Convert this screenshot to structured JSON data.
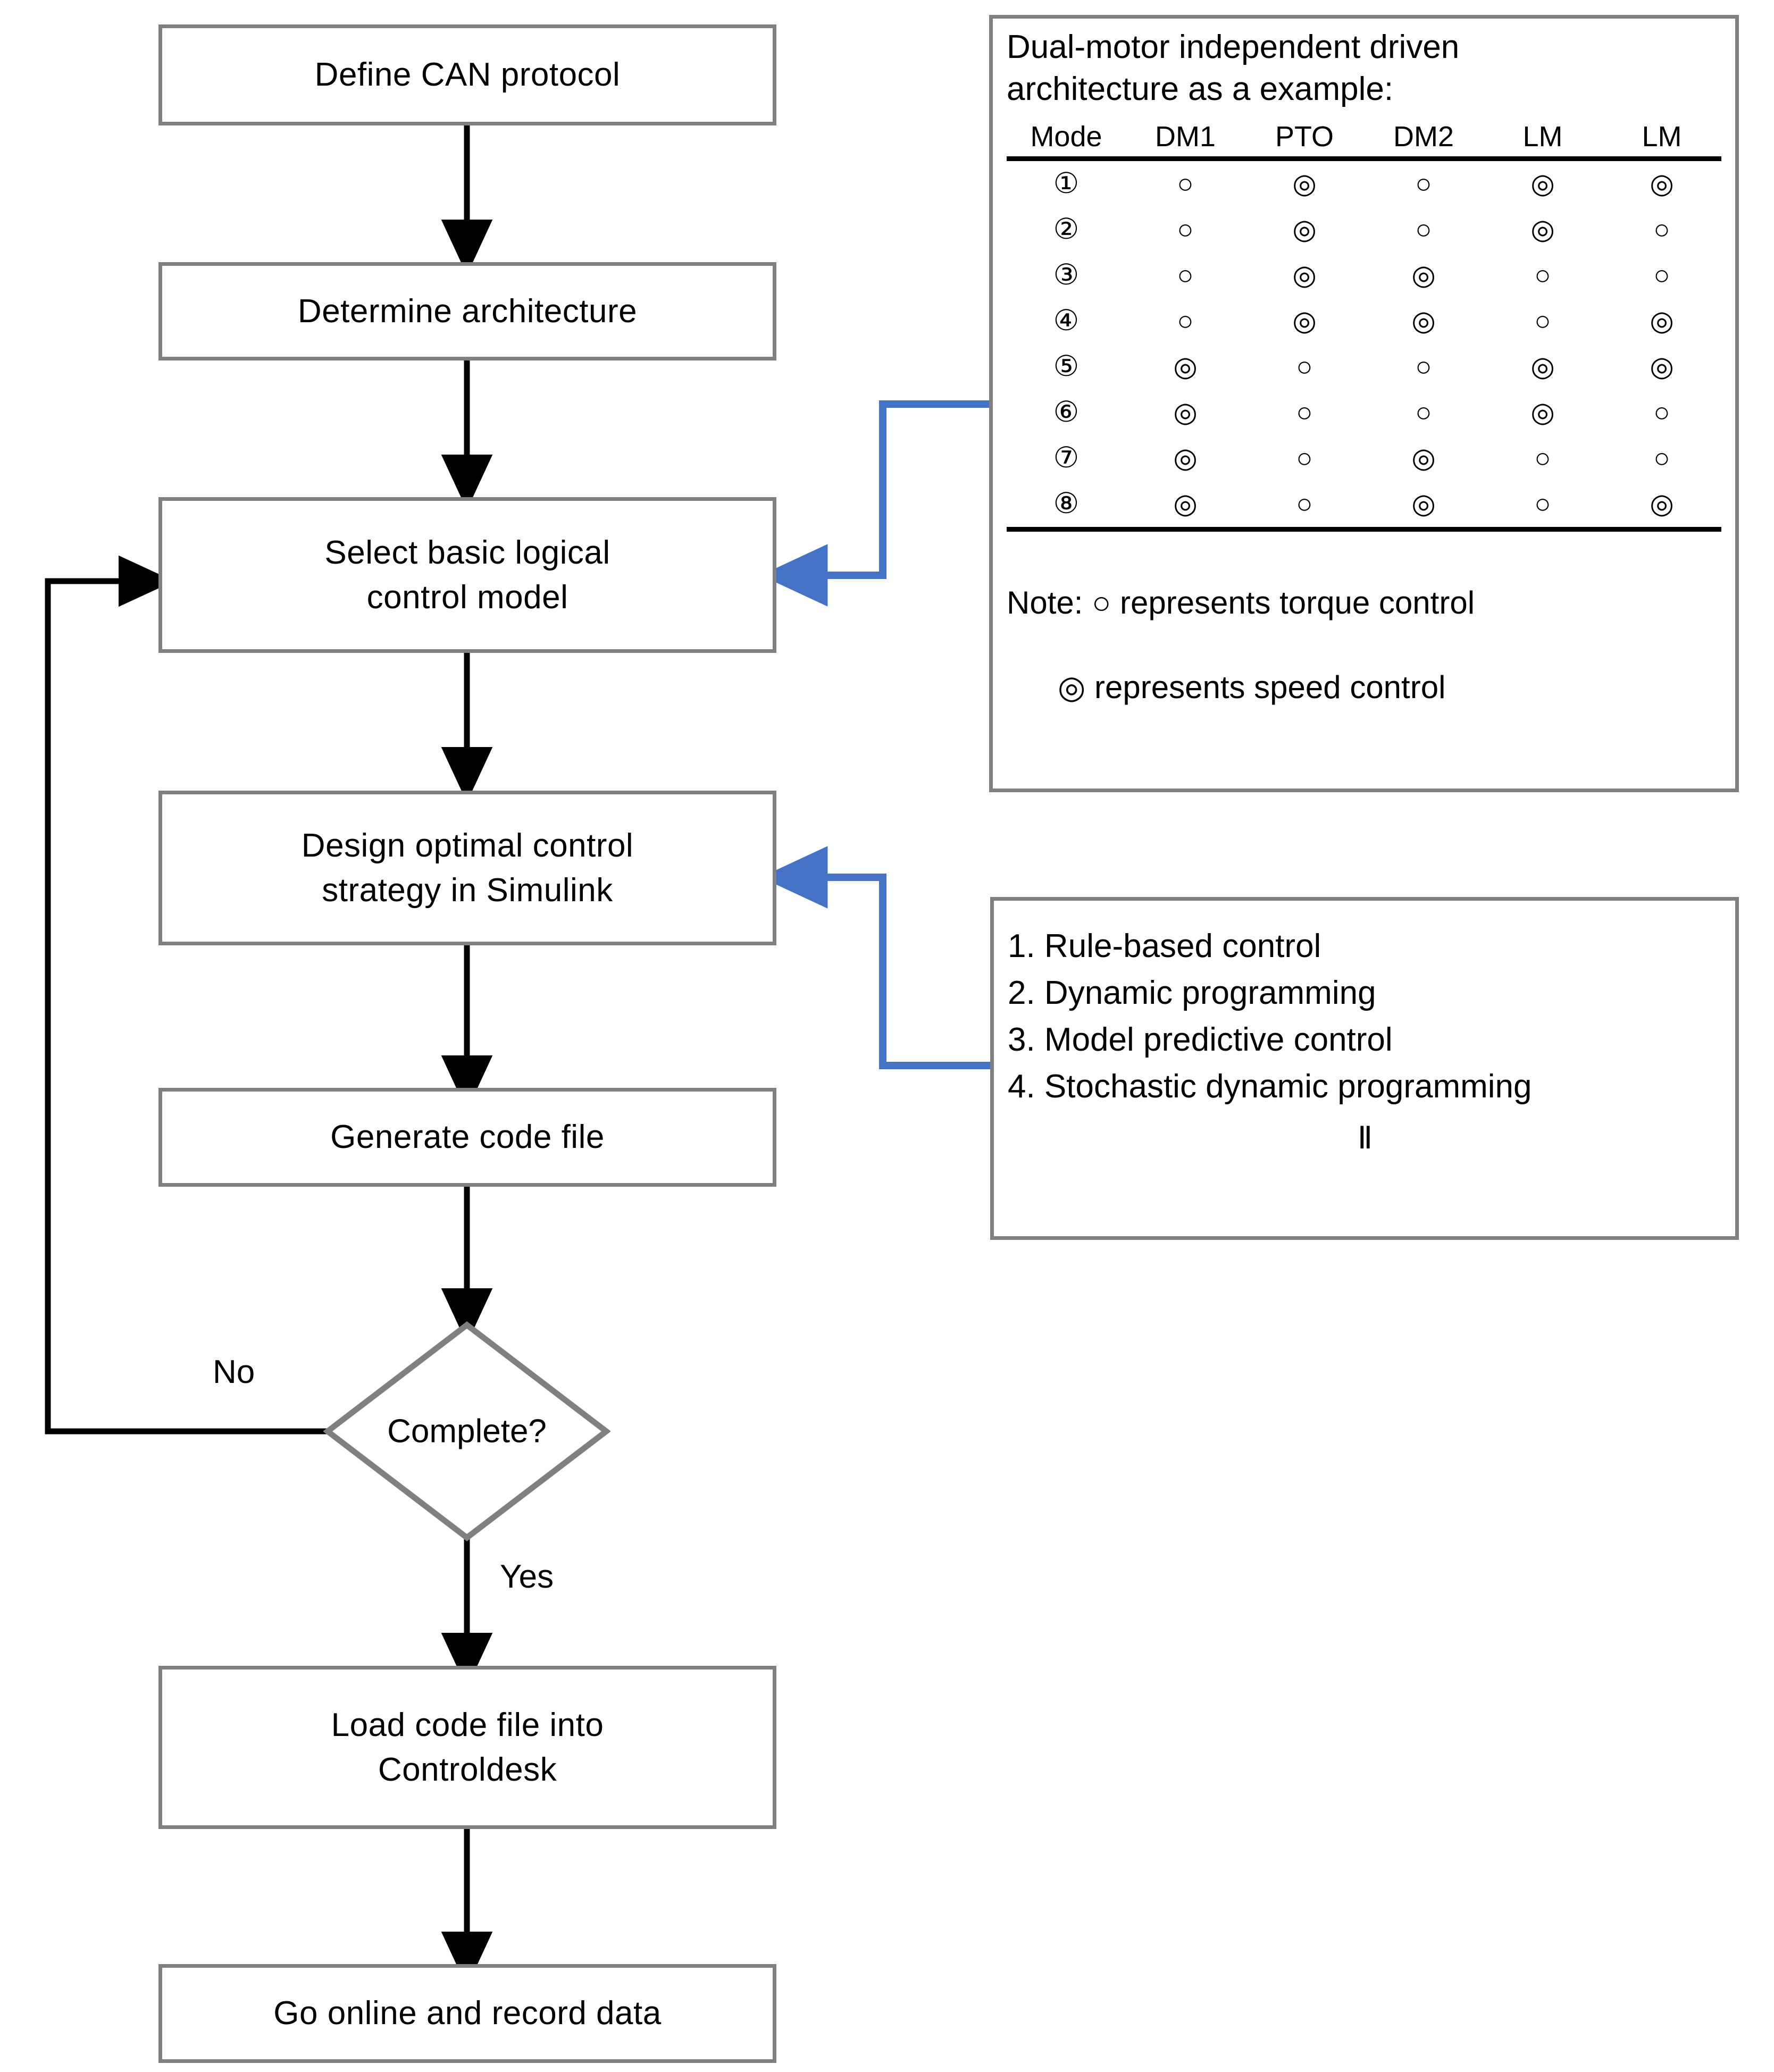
{
  "flow": {
    "nodes": [
      {
        "id": "define-can-protocol",
        "label": "Define CAN protocol",
        "lines": [
          "Define CAN protocol"
        ]
      },
      {
        "id": "determine-architecture",
        "label": "Determine architecture",
        "lines": [
          "Determine architecture"
        ]
      },
      {
        "id": "select-basic-logical-control-model",
        "label": "Select basic logical control model",
        "lines": [
          "Select basic logical",
          "control model"
        ]
      },
      {
        "id": "design-optimal-control-strategy",
        "label": "Design optimal control strategy in Simulink",
        "lines": [
          "Design optimal control",
          "strategy in Simulink"
        ]
      },
      {
        "id": "generate-code-file",
        "label": "Generate code file",
        "lines": [
          "Generate code file"
        ]
      },
      {
        "id": "load-code-file",
        "label": "Load code file into Controldesk",
        "lines": [
          "Load code file into",
          "Controldesk"
        ]
      },
      {
        "id": "go-online-record-data",
        "label": "Go online and record data",
        "lines": [
          "Go online and record data"
        ]
      }
    ],
    "decision": {
      "id": "complete-decision",
      "label": "Complete?"
    },
    "edge_labels": {
      "no": "No",
      "yes": "Yes"
    }
  },
  "architecture_panel": {
    "title_lines": [
      "Dual-motor independent driven",
      "architecture as a example:"
    ],
    "table": {
      "columns": [
        "Mode",
        "DM1",
        "PTO",
        "DM2",
        "LM",
        "LM"
      ],
      "rows": [
        {
          "mode": "①",
          "cells": [
            "○",
            "◎",
            "○",
            "◎",
            "◎"
          ]
        },
        {
          "mode": "②",
          "cells": [
            "○",
            "◎",
            "○",
            "◎",
            "○"
          ]
        },
        {
          "mode": "③",
          "cells": [
            "○",
            "◎",
            "◎",
            "○",
            "○"
          ]
        },
        {
          "mode": "④",
          "cells": [
            "○",
            "◎",
            "◎",
            "○",
            "◎"
          ]
        },
        {
          "mode": "⑤",
          "cells": [
            "◎",
            "○",
            "○",
            "◎",
            "◎"
          ]
        },
        {
          "mode": "⑥",
          "cells": [
            "◎",
            "○",
            "○",
            "◎",
            "○"
          ]
        },
        {
          "mode": "⑦",
          "cells": [
            "◎",
            "○",
            "◎",
            "○",
            "○"
          ]
        },
        {
          "mode": "⑧",
          "cells": [
            "◎",
            "○",
            "◎",
            "○",
            "◎"
          ]
        }
      ]
    },
    "note_line1": "Note: ○ represents torque control",
    "note_line2": "◎ represents speed control"
  },
  "strategies_panel": {
    "items": [
      "1. Rule-based control",
      "2. Dynamic programming",
      "3. Model predictive control",
      "4. Stochastic dynamic programming"
    ],
    "footer_mark": "Ⅱ"
  },
  "colors": {
    "box_border": "#808080",
    "connector_black": "#000000",
    "connector_blue": "#4472C4",
    "background": "#FFFFFF"
  }
}
